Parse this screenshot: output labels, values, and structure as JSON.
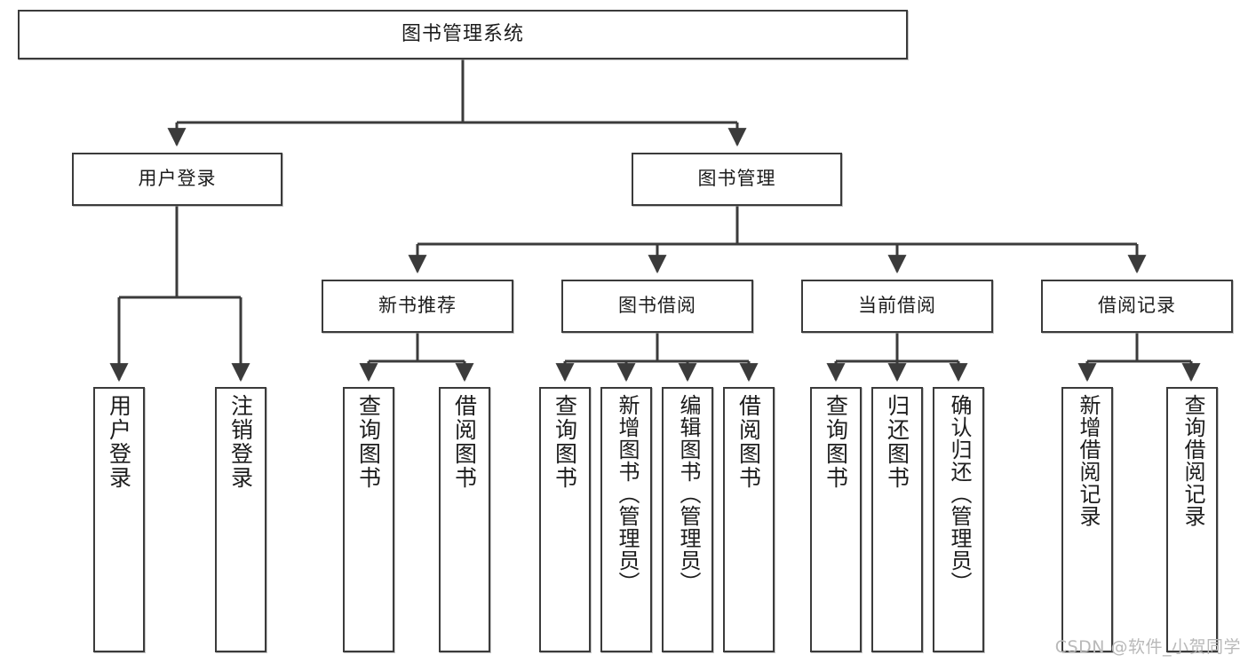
{
  "diagram": {
    "title_node": {
      "label": "图书管理系统"
    },
    "level2": [
      {
        "id": "user-login",
        "label": "用户登录"
      },
      {
        "id": "book-manage",
        "label": "图书管理"
      }
    ],
    "level3": [
      {
        "id": "new-book-recommend",
        "label": "新书推荐"
      },
      {
        "id": "book-borrow",
        "label": "图书借阅"
      },
      {
        "id": "current-borrow",
        "label": "当前借阅"
      },
      {
        "id": "borrow-record",
        "label": "借阅记录"
      }
    ],
    "leaves": {
      "user_login": [
        {
          "id": "leaf-user-login",
          "label": "用户登录"
        },
        {
          "id": "leaf-logout-login",
          "label": "注销登录"
        }
      ],
      "new_book_recommend": [
        {
          "id": "leaf-query-book-1",
          "label": "查询图书"
        },
        {
          "id": "leaf-borrow-book-1",
          "label": "借阅图书"
        }
      ],
      "book_borrow": [
        {
          "id": "leaf-query-book-2",
          "label": "查询图书"
        },
        {
          "id": "leaf-add-book",
          "label": "新增图书（管理员）"
        },
        {
          "id": "leaf-edit-book",
          "label": "编辑图书（管理员）"
        },
        {
          "id": "leaf-borrow-book-2",
          "label": "借阅图书"
        }
      ],
      "current_borrow": [
        {
          "id": "leaf-query-book-3",
          "label": "查询图书"
        },
        {
          "id": "leaf-return-book",
          "label": "归还图书"
        },
        {
          "id": "leaf-confirm-return",
          "label": "确认归还（管理员）"
        }
      ],
      "borrow_record": [
        {
          "id": "leaf-add-record",
          "label": "新增借阅记录"
        },
        {
          "id": "leaf-query-record",
          "label": "查询借阅记录"
        }
      ]
    },
    "watermark": "CSDN @软件_小贺同学",
    "colors": {
      "stroke": "#3b3b3b",
      "fill": "#ffffff",
      "text": "#1c1c1c",
      "watermark": "#b9b9b9"
    }
  }
}
